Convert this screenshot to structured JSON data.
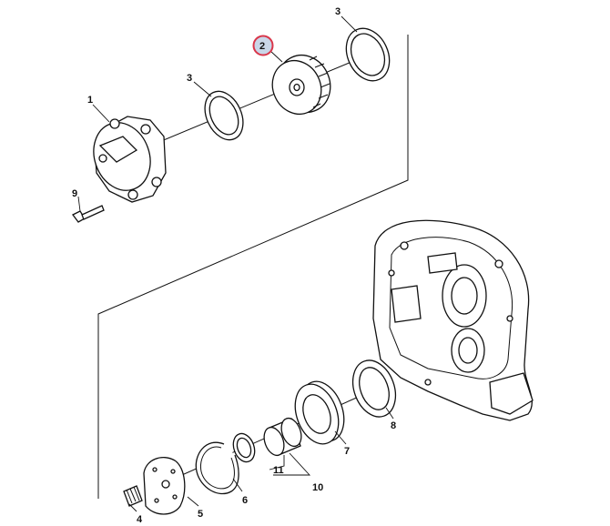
{
  "diagram": {
    "callouts": [
      {
        "id": "c1",
        "label": "1"
      },
      {
        "id": "c2",
        "label": "2",
        "highlighted": true
      },
      {
        "id": "c3a",
        "label": "3"
      },
      {
        "id": "c3b",
        "label": "3"
      },
      {
        "id": "c4",
        "label": "4"
      },
      {
        "id": "c5",
        "label": "5"
      },
      {
        "id": "c6",
        "label": "6"
      },
      {
        "id": "c7",
        "label": "7"
      },
      {
        "id": "c8",
        "label": "8"
      },
      {
        "id": "c9",
        "label": "9"
      },
      {
        "id": "c10",
        "label": "10"
      },
      {
        "id": "c11",
        "label": "11"
      }
    ],
    "colors": {
      "highlight_ring": "#d9364a",
      "highlight_fill": "#c9d6e8",
      "line": "#111111"
    }
  }
}
